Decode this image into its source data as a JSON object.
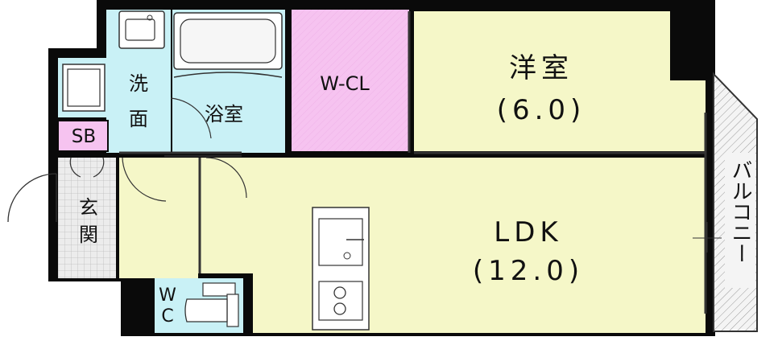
{
  "rooms": {
    "wash_line1": "洗",
    "wash_line2": "面",
    "bath": "浴室",
    "wcl": "W-CL",
    "western_name": "洋室",
    "western_size": "(6.0)",
    "sb": "SB",
    "entrance_line1": "玄",
    "entrance_line2": "関",
    "ldk_name": "LDK",
    "ldk_size": "(12.0)",
    "wc_line1": "W",
    "wc_line2": "C",
    "balcony": "バルコニー"
  },
  "colors": {
    "wall": "#0a0a0a",
    "wet_area": "#c9f1f6",
    "closet": "#f6c3f0",
    "living": "#f5f7c8",
    "entrance_tile": "#e8e8e8",
    "sb_fill": "#f6c3f0"
  }
}
